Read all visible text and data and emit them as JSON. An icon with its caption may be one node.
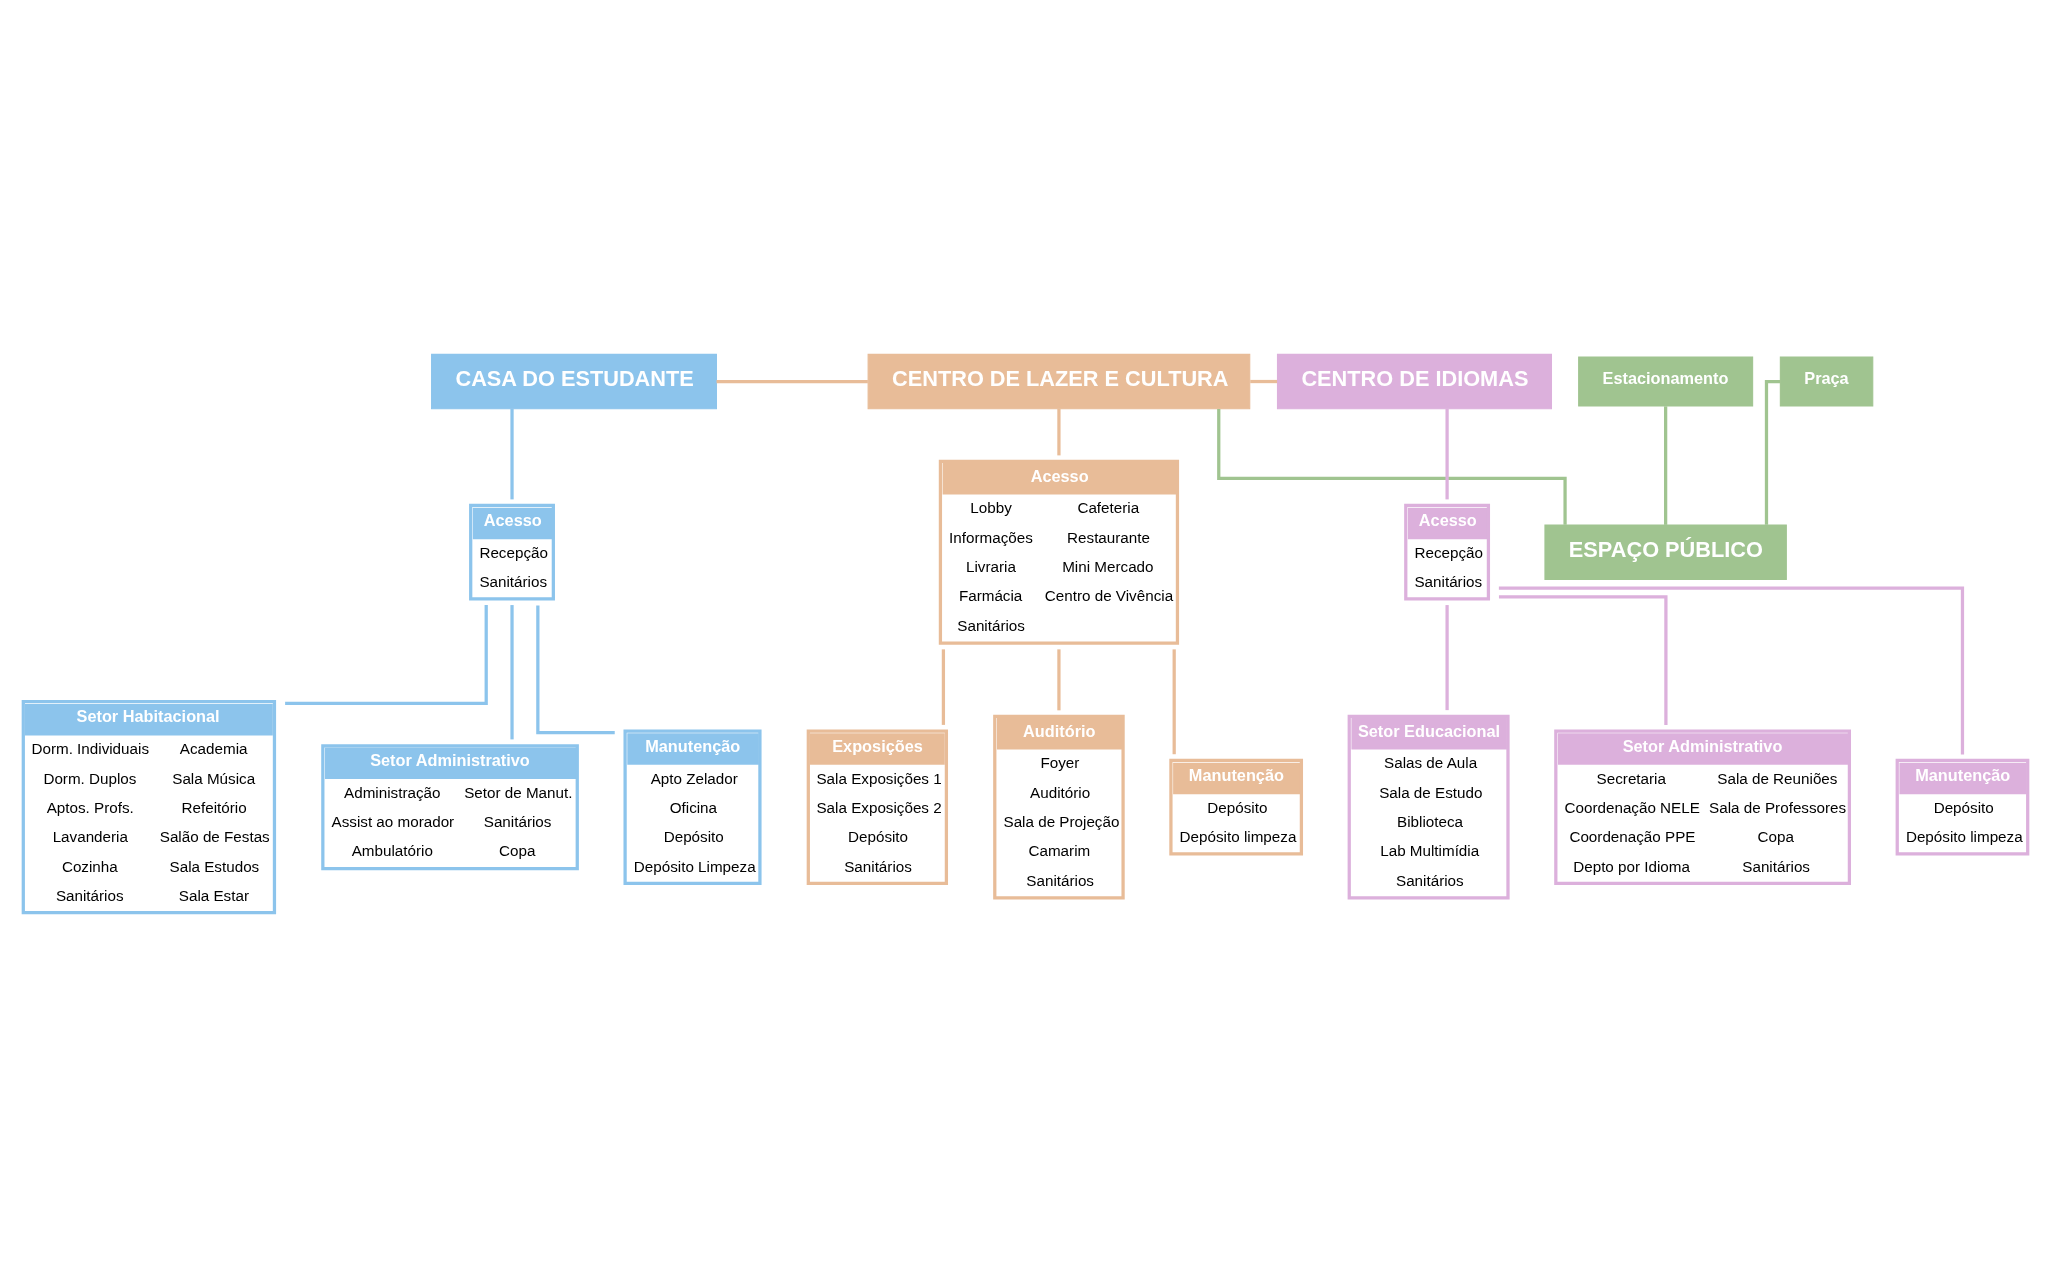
{
  "diagram": {
    "nodes": [
      {
        "text": [
          "CASA DO ESTUDANTE"
        ]
      },
      {
        "text": [
          "CENTRO DE LAZER E CULTURA"
        ]
      },
      {
        "text": [
          "CENTRO DE IDIOMAS"
        ]
      },
      {
        "text": [
          "Acesso",
          "Recepção",
          "Sanitários"
        ]
      },
      {
        "text": [
          "Setor Habitacional",
          "Dorm. Individuais",
          "Academia",
          "Dorm. Duplos",
          "Sala Música",
          "Aptos. Profs.",
          "Refeitório",
          "Lavanderia",
          "Salão de Festas",
          "Cozinha",
          "Sala Estudos",
          "Sanitários",
          "Sala Estar"
        ]
      },
      {
        "text": [
          "Setor Administrativo",
          "Administração",
          "Setor de Manut.",
          "Assist ao morador",
          "Sanitários",
          "Ambulatório",
          "Copa"
        ]
      },
      {
        "text": [
          "Manutenção",
          "Apto Zelador",
          "Oficina",
          "Depósito",
          "Depósito Limpeza"
        ]
      },
      {
        "text": [
          "Acesso",
          "Lobby",
          "Cafeteria",
          "Informações",
          "Restaurante",
          "Livraria",
          "Mini Mercado",
          "Farmácia",
          "Centro de Vivência",
          "Sanitários"
        ]
      },
      {
        "text": [
          "Exposições",
          "Sala Exposições 1",
          "Sala Exposições 2",
          "Depósito",
          "Sanitários"
        ]
      },
      {
        "text": [
          "Auditório",
          "Foyer",
          "Auditório",
          "Sala de Projeção",
          "Camarim",
          "Sanitários"
        ]
      },
      {
        "text": [
          "Manutenção",
          "Depósito",
          "Depósito limpeza"
        ]
      },
      {
        "text": [
          "Praça"
        ]
      },
      {
        "text": [
          "Estacionamento"
        ]
      },
      {
        "text": [
          "ESPAÇO PÚBLICO"
        ]
      },
      {
        "text": [
          "Setor Educacional",
          "Salas de Aula",
          "Sala de Estudo",
          "Biblioteca",
          "Lab Multimídia",
          "Sanitários"
        ]
      },
      {
        "text": [
          "Acesso",
          "Recepção",
          "Sanitários"
        ]
      },
      {
        "text": [
          "Setor Administrativo",
          "Secretaria",
          "Sala de Reuniões",
          "Coordenação NELE",
          "Sala de Professores",
          "Coordenação PPE",
          "Copa",
          "Depto por Idioma",
          "Sanitários"
        ]
      },
      {
        "text": [
          "Manutenção",
          "Depósito",
          "Depósito limpeza"
        ]
      }
    ],
    "edges": [
      {
        "from": 0,
        "to": 1,
        "arrow": "none",
        "color": "#e8bc98"
      },
      {
        "from": 1,
        "to": 2,
        "arrow": "none",
        "color": "#e8bc98"
      },
      {
        "from": 0,
        "to": 3,
        "arrow": "none",
        "color": "#8cc4ec"
      },
      {
        "from": 3,
        "to": 4,
        "arrow": "none",
        "color": "#8cc4ec"
      },
      {
        "from": 3,
        "to": 5,
        "arrow": "none",
        "color": "#8cc4ec"
      },
      {
        "from": 3,
        "to": 6,
        "arrow": "none",
        "color": "#8cc4ec"
      },
      {
        "from": 1,
        "to": 7,
        "arrow": "none",
        "color": "#e8bc98"
      },
      {
        "from": 7,
        "to": 8,
        "arrow": "none",
        "color": "#e8bc98"
      },
      {
        "from": 7,
        "to": 9,
        "arrow": "none",
        "color": "#e8bc98"
      },
      {
        "from": 7,
        "to": 10,
        "arrow": "none",
        "color": "#e8bc98"
      },
      {
        "from": 1,
        "to": 13,
        "arrow": "none",
        "color": "#a0c490"
      },
      {
        "from": 11,
        "to": 13,
        "arrow": "none",
        "color": "#a0c490"
      },
      {
        "from": 12,
        "to": 13,
        "arrow": "none",
        "color": "#a0c490"
      },
      {
        "from": 2,
        "to": 15,
        "arrow": "none",
        "color": "#dcb0dc"
      },
      {
        "from": 15,
        "to": 14,
        "arrow": "none",
        "color": "#dcb0dc"
      },
      {
        "from": 15,
        "to": 16,
        "arrow": "none",
        "color": "#dcb0dc"
      },
      {
        "from": 15,
        "to": 17,
        "arrow": "none",
        "color": "#dcb0dc"
      }
    ]
  }
}
